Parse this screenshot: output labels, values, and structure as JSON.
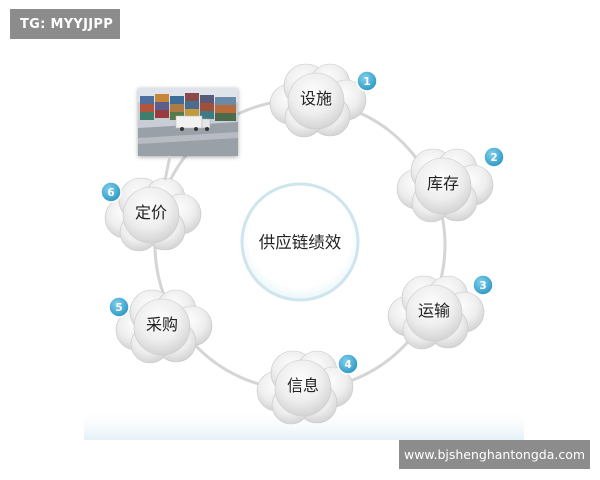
{
  "watermark": {
    "tag_text": "TG: MYYJJPP",
    "website_text": "www.bjshenghantongda.com"
  },
  "center": {
    "label": "供应链绩效"
  },
  "nodes": [
    {
      "number": "1",
      "label": "设施"
    },
    {
      "number": "2",
      "label": "库存"
    },
    {
      "number": "3",
      "label": "运输"
    },
    {
      "number": "4",
      "label": "信息"
    },
    {
      "number": "5",
      "label": "采购"
    },
    {
      "number": "6",
      "label": "定价"
    }
  ],
  "colors": {
    "ring": "#d7d7d7",
    "cloud_fill_light": "#fbfbfb",
    "cloud_fill_dark": "#d2d2d2",
    "badge": "#3ea9d3",
    "center_ring": "#cfe8ef",
    "watermark_bg": "#8c8c8c"
  },
  "photo": {
    "subject": "container-yard-with-truck-photo"
  }
}
